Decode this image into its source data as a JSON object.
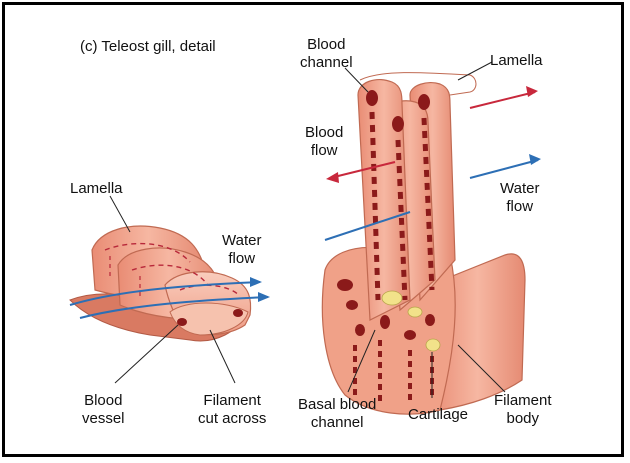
{
  "title": "(c) Teleost gill, detail",
  "labels": {
    "left_lamella": "Lamella",
    "water_flow_left": [
      "Water",
      "flow"
    ],
    "blood_vessel": [
      "Blood",
      "vessel"
    ],
    "filament_cut": [
      "Filament",
      "cut across"
    ],
    "blood_channel": [
      "Blood",
      "channel"
    ],
    "lamella_right": "Lamella",
    "blood_flow": [
      "Blood",
      "flow"
    ],
    "water_flow_right": [
      "Water",
      "flow"
    ],
    "basal_blood_channel": [
      "Basal blood",
      "channel"
    ],
    "cartilage": "Cartilage",
    "filament_body": [
      "Filament",
      "body"
    ]
  },
  "colors": {
    "tissue": "#f2a58e",
    "tissue_dark": "#d9785f",
    "tissue_light": "#f8c5b2",
    "blood": "#8b1a1a",
    "blood_arrow": "#c8283c",
    "water_arrow": "#2d6fb5",
    "cartilage": "#f2e28a"
  }
}
